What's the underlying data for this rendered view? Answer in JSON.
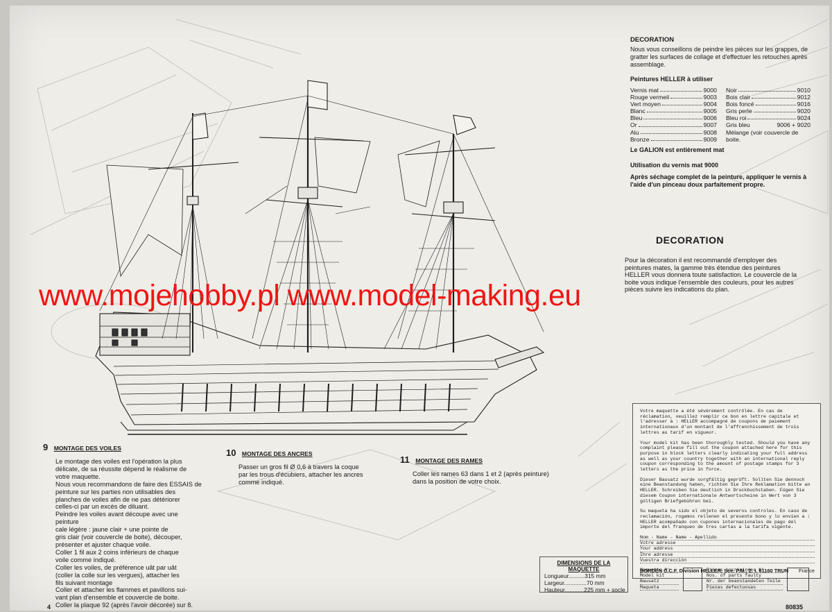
{
  "decoration": {
    "heading": "DECORATION",
    "intro": "Nous vous conseillons de peindre les pièces sur les grappes, de gratter les surfaces de collage et d'effectuer les retouches après assemblage.",
    "paints_heading": "Peintures HELLER à utiliser",
    "paints_left": [
      {
        "name": "Vernis mat",
        "code": "9000"
      },
      {
        "name": "Rouge vermeil",
        "code": "9003"
      },
      {
        "name": "Vert moyen",
        "code": "9004"
      },
      {
        "name": "Blanc",
        "code": "9005"
      },
      {
        "name": "Bleu",
        "code": "9006"
      },
      {
        "name": "Or",
        "code": "9007"
      },
      {
        "name": "Alu",
        "code": "9008"
      },
      {
        "name": "Bronze",
        "code": "9009"
      }
    ],
    "paints_right": [
      {
        "name": "Noir",
        "code": "9010"
      },
      {
        "name": "Bois clair",
        "code": "9012"
      },
      {
        "name": "Bois foncé",
        "code": "9016"
      },
      {
        "name": "Gris perle",
        "code": "9020"
      },
      {
        "name": "Bleu roi",
        "code": "9024"
      },
      {
        "name": "Gris bleu",
        "code": "9006 + 9020"
      },
      {
        "name": "Mélange (voir couvercle de",
        "code": ""
      },
      {
        "name": "boite.",
        "code": ""
      }
    ],
    "galion_note": "Le GALION est entièrement mat",
    "vernis_note": "Utilisation du vernis mat 9000",
    "apres_note": "Après séchage complet de la peinture, appliquer le vernis à l'aide d'un pinceau doux parfaitement propre."
  },
  "decoration2": {
    "heading": "DECORATION",
    "text": "Pour la décoration il est recommandé d'employer des peintures mates, la gamme très étendue des peintures HELLER vous donnera toute satisfaction. Le couvercle de la boite vous indique l'ensemble des couleurs, pour les autres pièces suivre les indications du plan."
  },
  "watermark": "www.mojehobby.pl www.model-making.eu",
  "steps": [
    {
      "num": "9",
      "title": "MONTAGE DES VOILES",
      "body": [
        "Le montage des voiles est l'opération la plus",
        "délicate, de sa réussite dépend le réalisme de",
        "votre maquette.",
        "Nous vous recommandons de faire des ESSAIS de",
        "peinture sur les parties non utilisables des",
        "planches de voiles afin de ne pas détériorer",
        "celles-ci par un excès de diluant.",
        "Peindre les voiles avant découpe avec une peinture",
        "cale légère : jaune clair + une pointe de",
        "gris clair (voir couvercle de boite), découper,",
        "présenter et ajuster chaque voile.",
        "Coller 1 fil aux 2 coins inférieurs de chaque",
        "voile comme indiqué.",
        "Coller les voiles, de préférence uât par uât",
        "(coller la colle sur les vergues), attacher les",
        "fils suivant montage",
        "Coller et attacher les flammes et pavillons sui-",
        "vant plan d'ensemble et couvercle de boite.",
        "Coller la plaque 92 (après l'avoir décorée) sur 8."
      ]
    },
    {
      "num": "10",
      "title": "MONTAGE DES ANCRES",
      "body": [
        "Passer un gros fil Ø 0,6 à travers la coque",
        "par les trous d'écubiers, attacher les ancres",
        "comme indiqué."
      ]
    },
    {
      "num": "11",
      "title": "MONTAGE DES RAMES",
      "body": [
        "Coller les rames 63 dans 1 et 2 (après peinture)",
        "dans la position de votre choix."
      ]
    }
  ],
  "claim": {
    "paragraphs": [
      "Votre maquette a été sévèrement contrôlée. En cas de réclamation, veuillez remplir ce bon en lettre capitale et l'adresser à : HELLER accompagné de coupons de paiement internationaux d'un montant de l'affranchissement de trois lettres au tarif en vigueur.",
      "Your model kit has been thoroughly tested. Should you have any complaint please fill out the coupon attached here for this purpose in block letters clearly indicating your full address as well as your country together with an international reply coupon corresponding to the amount of postage stamps for 3 letters as the price in force.",
      "Dieser Bausatz wurde sorgfältig geprüft. Sollten Sie dennoch eine Beanstandung haben, richten Sie Ihre Reklamation bitte an HELLER. Schreiben Sie deutlich in Druckbuchstaben. Fügen Sie diesem Coupon internationale Antwortscheine in Wert von 3 gültigen Briefgebühren bei.",
      "Su maqueta ha sido el objeto de severos controles. En caso de reclamación, rogamos rellenen el presente bono y lo envíen a : HELLER acompañado con cupones internacionales de pago del importe del franqueo de tres cartas a la tarifa vigente."
    ],
    "fields": [
      "Nom - Name - Name - Apellido",
      "Votre adresse",
      "Your address",
      "Ihre adresse",
      "Vuestra dirección"
    ],
    "refs_left": [
      "Maquette N°",
      "Model kit",
      "Bausatz",
      "Maqueta"
    ],
    "refs_right": [
      "Pièces incriminées N°",
      "Nos. of parts faulty",
      "Nr. der beanstandeten Teile",
      "Piezas defectuosas"
    ],
    "borden": "BORDEN C.C.F. Division HELLER, Sce. P.M., Z. I. 61160 TRUN",
    "country": "France"
  },
  "dimensions": {
    "title": "DIMENSIONS DE LA MAQUETTE",
    "rows": [
      {
        "label": "Longueur",
        "value": "315",
        "unit": "mm"
      },
      {
        "label": "Largeur",
        "value": "70",
        "unit": "mm"
      },
      {
        "label": "Hauteur",
        "value": "225",
        "unit": "mm + socle"
      }
    ]
  },
  "page_numbers": {
    "left": "4",
    "right": "80835"
  }
}
